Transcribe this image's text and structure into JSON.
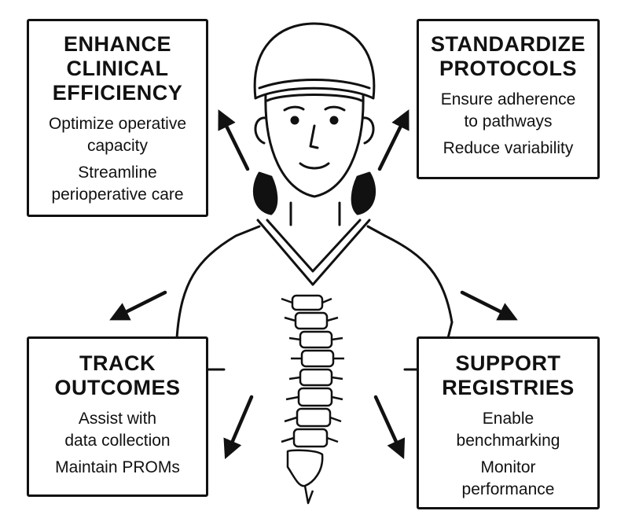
{
  "boxes": {
    "top_left": {
      "title": "ENHANCE\nCLINICAL\nEFFICIENCY",
      "items": [
        "Optimize operative\ncapacity",
        "Streamline\nperioperative care"
      ]
    },
    "top_right": {
      "title": "STANDARDIZE\nPROTOCOLS",
      "items": [
        "Ensure adherence\nto pathways",
        "Reduce variability"
      ]
    },
    "bottom_left": {
      "title": "TRACK\nOUTCOMES",
      "items": [
        "Assist with\ndata collection",
        "Maintain PROMs"
      ]
    },
    "bottom_right": {
      "title": "SUPPORT\nREGISTRIES",
      "items": [
        "Enable\nbenchmarking",
        "Monitor\nperformance"
      ]
    }
  },
  "icons": {
    "figure": "surgeon-figure-icon",
    "spine": "spine-icon",
    "arrow": "arrow-icon"
  },
  "colors": {
    "ink": "#111111",
    "background": "#ffffff"
  }
}
